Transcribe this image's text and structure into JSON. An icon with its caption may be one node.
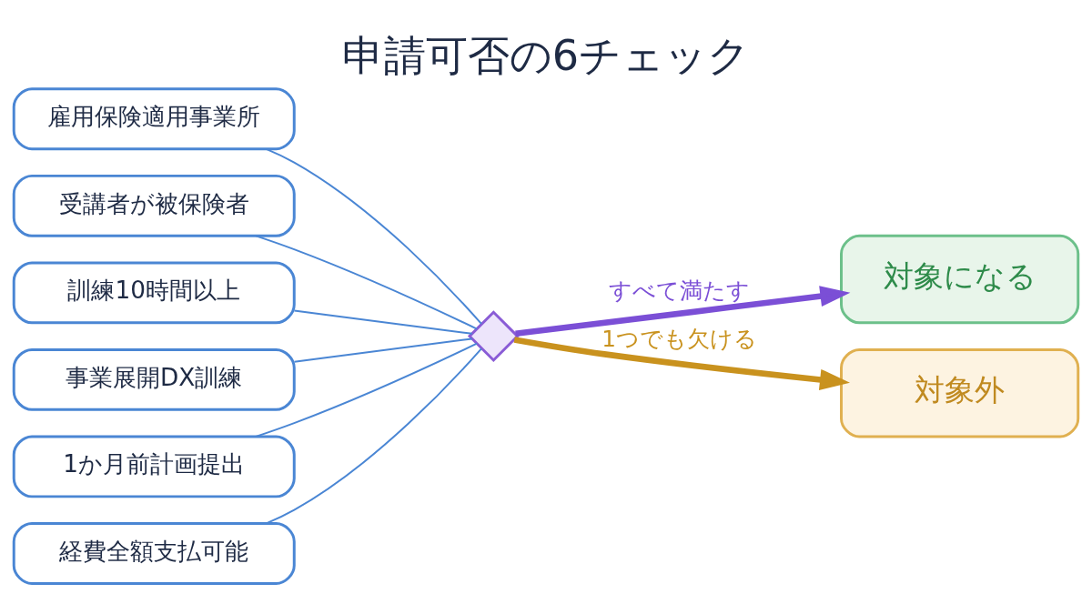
{
  "diagram": {
    "title": "申請可否の6チェック",
    "nodes": [
      {
        "text": [
          "雇用保険適用事業所"
        ]
      },
      {
        "text": [
          "受講者が被保険者"
        ]
      },
      {
        "text": [
          "訓練10時間以上"
        ]
      },
      {
        "text": [
          "事業展開DX訓練"
        ]
      },
      {
        "text": [
          "1か月前計画提出"
        ]
      },
      {
        "text": [
          "経費全額支払可能"
        ]
      },
      {
        "text": [],
        "shape": "diamond"
      },
      {
        "text": [
          "対象になる"
        ]
      },
      {
        "text": [
          "対象外"
        ]
      }
    ],
    "edges": [
      {
        "from": 0,
        "to": 6,
        "arrow": "none"
      },
      {
        "from": 1,
        "to": 6,
        "arrow": "none"
      },
      {
        "from": 2,
        "to": 6,
        "arrow": "none"
      },
      {
        "from": 3,
        "to": 6,
        "arrow": "none"
      },
      {
        "from": 4,
        "to": 6,
        "arrow": "none"
      },
      {
        "from": 5,
        "to": 6,
        "arrow": "none"
      },
      {
        "from": 6,
        "to": 7,
        "arrow": "to",
        "label": "すべて満たす",
        "style": "thick",
        "color": "#7b4fd6"
      },
      {
        "from": 6,
        "to": 8,
        "arrow": "to",
        "label": "1つでも欠ける",
        "style": "thick",
        "color": "#c9921e"
      }
    ]
  }
}
